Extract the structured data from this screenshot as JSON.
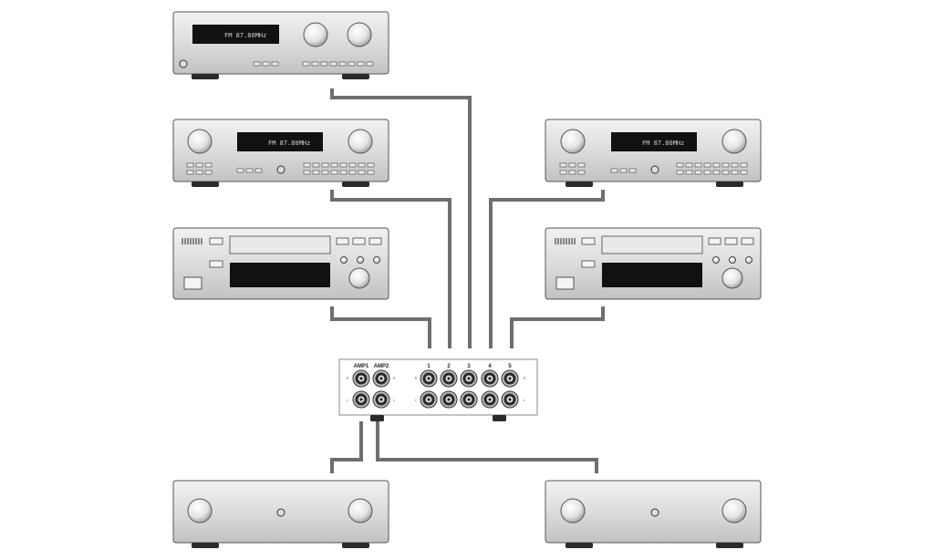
{
  "colors": {
    "panel_light": "#e6e6e6",
    "panel_dark": "#c4c4c4",
    "outline": "#555555",
    "display": "#111111",
    "cable": "#6e6e6e",
    "foot": "#2a2a2a",
    "switcher_bg": "#ffffff"
  },
  "devices": {
    "top_receiver": {
      "display_text": "FM  87.80MHz"
    },
    "tuner_left": {
      "display_text": "FM  87.80MHz"
    },
    "tuner_right": {
      "display_text": "FM  87.80MHz"
    }
  },
  "switcher": {
    "amp_labels": [
      "AMP1",
      "AMP2"
    ],
    "input_labels": [
      "1",
      "2",
      "3",
      "4",
      "5"
    ],
    "channel_labels": {
      "right": "R",
      "left": "L"
    }
  }
}
